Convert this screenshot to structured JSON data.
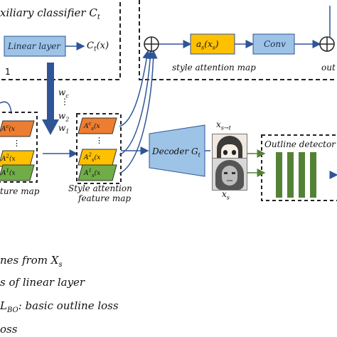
{
  "aux_classifier": {
    "title": "xiliary classifier",
    "title_symbol": "C",
    "title_symbol_sub": "t",
    "linear_layer": "Linear layer",
    "output": "C",
    "output_sub": "t",
    "output_arg": "(x)",
    "one_label": "1"
  },
  "weights": {
    "w_c": "w",
    "w_c_sub": "c",
    "w_2": "w",
    "w_2_sub": "2",
    "w_1": "w",
    "w_1_sub": "1",
    "dots": "⋮"
  },
  "left_stack": {
    "labels": [
      "A",
      "A",
      "A"
    ],
    "sups": [
      "c",
      "2",
      "1"
    ],
    "args": [
      "(x",
      "(x",
      "(x"
    ],
    "caption": "ture map",
    "colors": [
      "#ED7D31",
      "#FFC000",
      "#70AD47"
    ]
  },
  "attention_stack": {
    "labels": [
      "A",
      "A",
      "A"
    ],
    "sups": [
      "c",
      "2",
      "1"
    ],
    "subs": [
      "s",
      "s",
      "s"
    ],
    "args": [
      "(x",
      "(x",
      "(x"
    ],
    "caption_line1": "Style attention",
    "caption_line2": "feature map",
    "colors": [
      "#ED7D31",
      "#FFC000",
      "#70AD47"
    ]
  },
  "style_branch": {
    "a_box": "a",
    "a_box_sub": "s",
    "a_box_arg": "(x",
    "a_box_arg_sub": "s",
    "conv": "Conv",
    "caption": "style attention map",
    "out_label": "out"
  },
  "decoder": {
    "label": "Decoder G",
    "label_sub": "t"
  },
  "images": {
    "top_label": "x",
    "top_label_sub": "s→t",
    "bottom_label": "x",
    "bottom_label_sub": "s"
  },
  "outline_detector": {
    "label": "Outline detector",
    "bar_color": "#548235"
  },
  "legend": {
    "line1": "nes from X",
    "line1_sub": "s",
    "line2": "s of linear layer",
    "line3_pre": "L",
    "line3_sub": "BO",
    "line3_post": ": basic outline loss",
    "line4": "oss"
  },
  "colors": {
    "box_fill": "#9DC3E6",
    "arrow": "#2F5597"
  }
}
